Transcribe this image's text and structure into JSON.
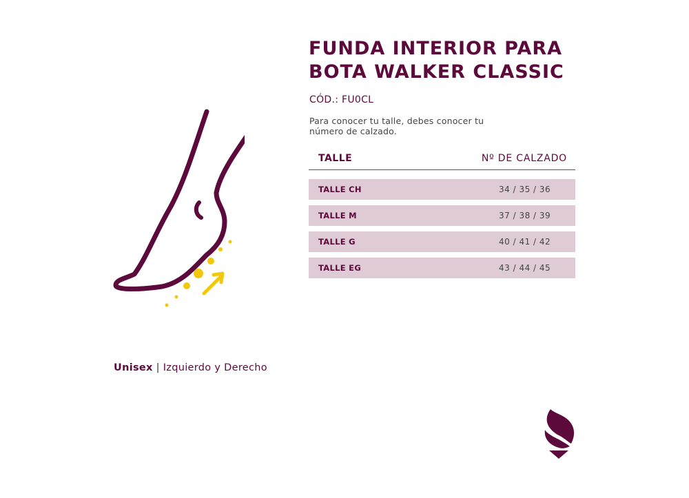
{
  "product": {
    "title_lines": [
      "FUNDA INTERIOR PARA",
      "BOTA WALKER CLASSIC"
    ],
    "code": "CÓD.: FU0CL"
  },
  "intro": {
    "line1": "Para conocer tu talle, debes conocer tu",
    "line2": "número de calzado."
  },
  "size_table": {
    "header_size": "TALLE",
    "header_shoe": "Nº DE CALZADO",
    "rows": [
      {
        "size": "TALLE CH",
        "shoe": "34 / 35 / 36"
      },
      {
        "size": "TALLE M",
        "shoe": "37 / 38 / 39"
      },
      {
        "size": "TALLE G",
        "shoe": "40 / 41 / 42"
      },
      {
        "size": "TALLE EG",
        "shoe": "43 / 44 / 45"
      }
    ]
  },
  "fit": {
    "strong": "Unisex",
    "separator": "|",
    "rest": "Izquierdo y Derecho"
  },
  "icons": {
    "illustration": "foot-heel-pressure-icon",
    "logo": "brand-leaf-logo-icon"
  },
  "colors": {
    "primary": "#5c0a3c",
    "row_background": "#dfcbd5",
    "accent": "#f2c80f",
    "text_gray": "#444444"
  }
}
